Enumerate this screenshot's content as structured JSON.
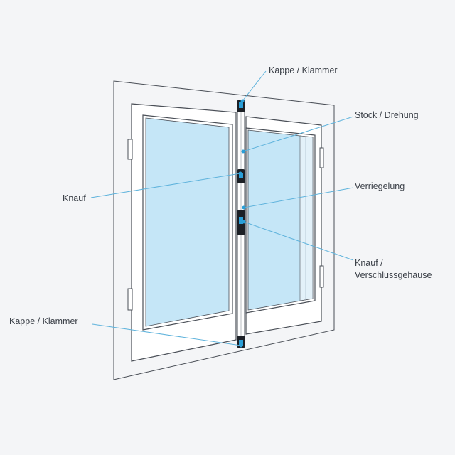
{
  "labels": {
    "kappe_klammer_top": "Kappe / Klammer",
    "stock_drehung": "Stock / Drehung",
    "knauf_left": "Knauf",
    "verriegelung": "Verriegelung",
    "knauf_verschluss_line1": "Knauf /",
    "knauf_verschluss_line2": "Verschlussgehäuse",
    "kappe_klammer_bottom": "Kappe /  Klammer"
  },
  "colors": {
    "background": "#f4f5f7",
    "outline": "#4a4f57",
    "frame_fill": "#ffffff",
    "glass": "#c5e6f7",
    "leader": "#5fb3dc",
    "hardware": "#1c2026",
    "accent": "#2a9fd8"
  }
}
